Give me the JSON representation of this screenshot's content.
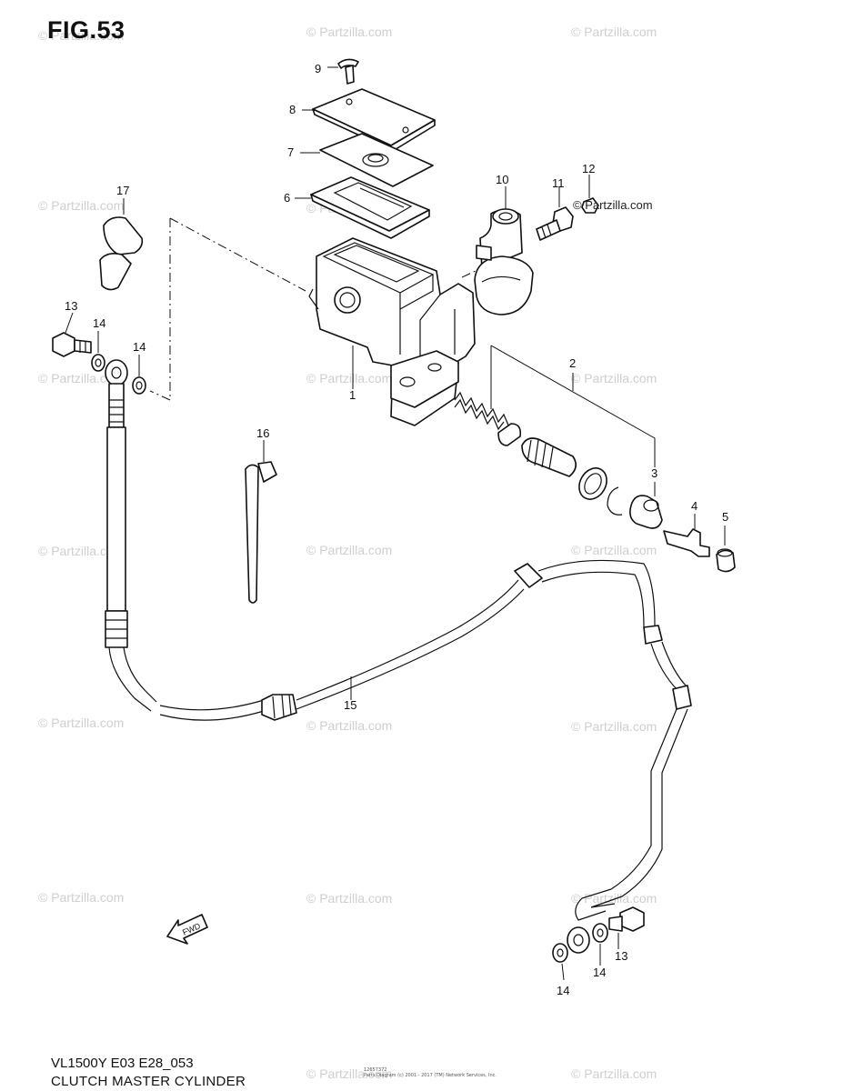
{
  "figure": {
    "title": "FIG.53",
    "model_code": "VL1500Y E03 E28_053",
    "section_title": "CLUTCH MASTER CYLINDER"
  },
  "copyright_label": "© Partzilla.com",
  "watermark_text": "© Partzilla.com",
  "credit_lines": [
    "12657372",
    "Parts Diagram (c) 2001 - 2017 (TM) Network Services, Inc."
  ],
  "fwd_label": "FWD",
  "callouts": [
    "1",
    "2",
    "3",
    "4",
    "5",
    "6",
    "7",
    "8",
    "9",
    "10",
    "11",
    "12",
    "13",
    "13",
    "14",
    "14",
    "14",
    "14",
    "15",
    "16",
    "17"
  ]
}
